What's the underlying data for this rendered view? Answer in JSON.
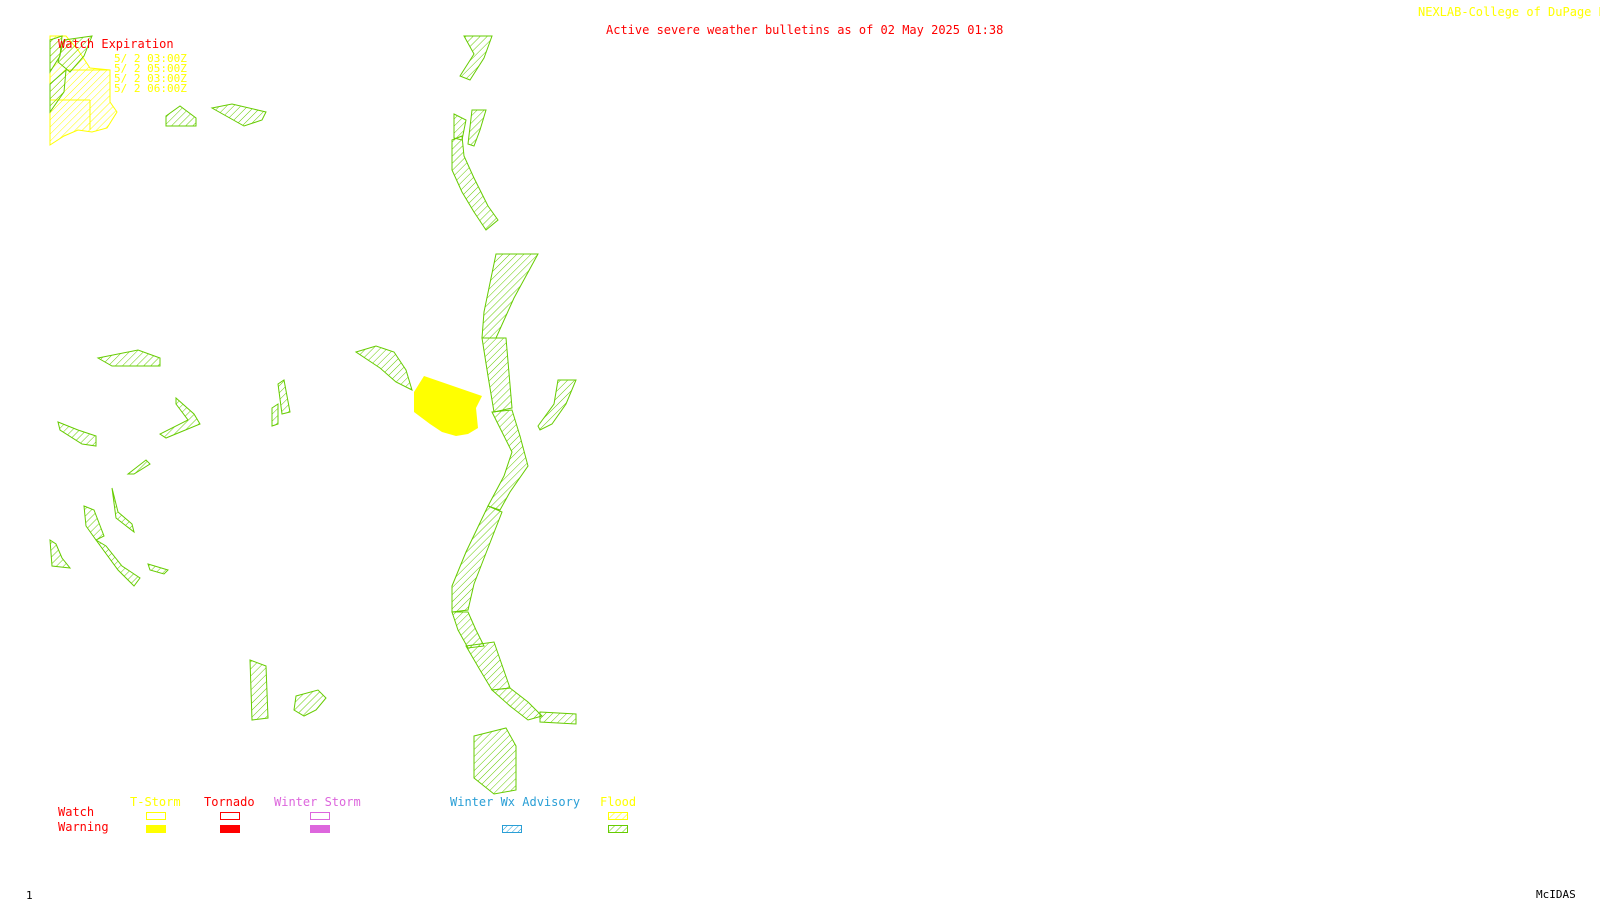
{
  "header": {
    "title": "Active severe weather bulletins as of 02 May 2025 01:38",
    "credit": "NEXLAB-College of DuPage R"
  },
  "watch_expiration": {
    "label": "Watch Expiration",
    "times": [
      "5/ 2 03:00Z",
      "5/ 2 05:00Z",
      "5/ 2 03:00Z",
      "5/ 2 06:00Z"
    ]
  },
  "legend": {
    "row_labels": {
      "watch": "Watch",
      "warning": "Warning"
    },
    "categories": [
      {
        "name": "T-Storm",
        "color": "#ffff00"
      },
      {
        "name": "Tornado",
        "color": "#ff0000"
      },
      {
        "name": "Winter Storm",
        "color": "#dd66dd"
      },
      {
        "name": "Winter Wx Advisory",
        "color": "#2a9fd6"
      },
      {
        "name": "Flood",
        "color": "#66cc00"
      }
    ]
  },
  "footer": {
    "frame": "1",
    "software": "McIDAS"
  },
  "colors": {
    "flood": "#66cc00",
    "tstorm": "#ffff00",
    "title": "#ff0000"
  }
}
